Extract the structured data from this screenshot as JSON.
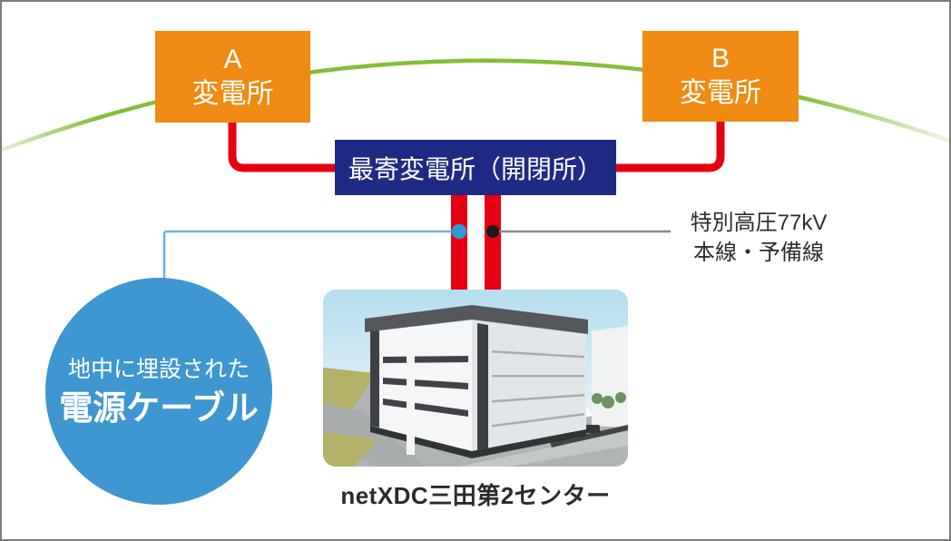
{
  "colors": {
    "orange": "#ef8b12",
    "navy": "#1e2a84",
    "red": "#e60012",
    "green": "#85bd37",
    "light_blue": "#6fb0dc",
    "blue_dot": "#2f9ad6",
    "black_dot": "#1b1b1b",
    "gray_line": "#8a8a8a",
    "circle_blue": "#3e97d1",
    "text_dark": "#2e2e2e",
    "border_gray": "#7c7c7c"
  },
  "nodes": {
    "substation_a": {
      "line1": "A",
      "line2": "変電所"
    },
    "substation_b": {
      "line1": "B",
      "line2": "変電所"
    },
    "switching_station": {
      "label": "最寄変電所（開閉所）"
    }
  },
  "annotations": {
    "hv_label": {
      "line1": "特別高圧77kV",
      "line2": "本線・予備線"
    },
    "underground_cable": {
      "line1": "地中に埋設された",
      "line2": "電源ケーブル"
    }
  },
  "datacenter": {
    "caption": "netXDC三田第2センター"
  }
}
